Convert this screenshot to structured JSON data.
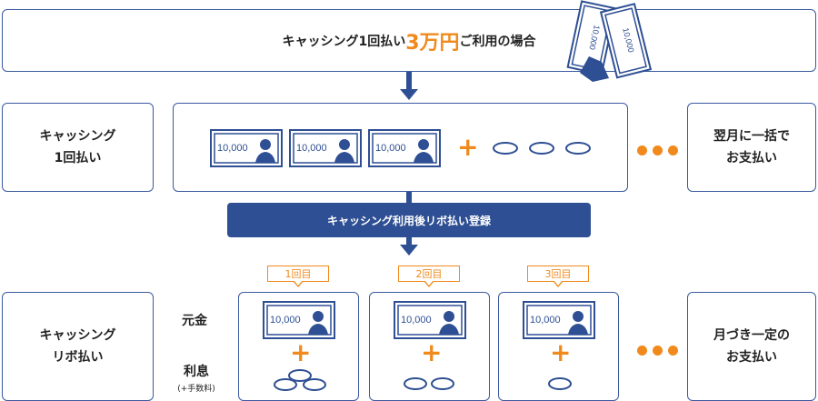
{
  "title": {
    "prefix": "キャッシング1回払い",
    "amount": "3万円",
    "suffix": "ご利用の場合"
  },
  "note_denomination": "10,000",
  "row1": {
    "left_label_line1": "キャッシング",
    "left_label_line2": "1回払い",
    "right_label_line1": "翌月に一括で",
    "right_label_line2": "お支払い"
  },
  "banner": "キャッシング利用後リボ払い登録",
  "row2": {
    "left_label_line1": "キャッシング",
    "left_label_line2": "リボ払い",
    "principal_label": "元金",
    "interest_label": "利息",
    "interest_sub": "(+手数料)",
    "installments": [
      "1回目",
      "2回目",
      "3回目"
    ],
    "right_label_line1": "月づき一定の",
    "right_label_line2": "お支払い"
  },
  "colors": {
    "navy": "#2e4f93",
    "orange": "#f08a1c"
  }
}
